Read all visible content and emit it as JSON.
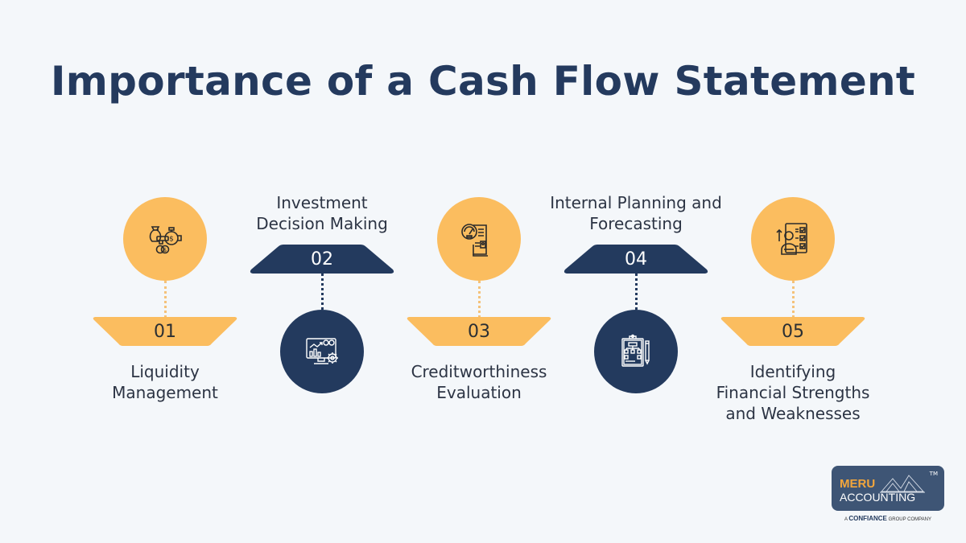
{
  "title": "Importance of a Cash Flow Statement",
  "colors": {
    "background": "#f4f7fa",
    "title": "#243a5e",
    "yellow": "#fbbd5f",
    "navy": "#233a5e",
    "text": "#2c3444"
  },
  "steps": [
    {
      "number": "01",
      "label_line1": "Liquidity",
      "label_line2": "Management",
      "label_line3": "",
      "icon": "money-tap-icon",
      "style": "yellow"
    },
    {
      "number": "02",
      "label_line1": "Investment",
      "label_line2": "Decision Making",
      "label_line3": "",
      "icon": "monitor-analytics-icon",
      "style": "navy"
    },
    {
      "number": "03",
      "label_line1": "Creditworthiness",
      "label_line2": "Evaluation",
      "label_line3": "",
      "icon": "credit-score-document-icon",
      "style": "yellow"
    },
    {
      "number": "04",
      "label_line1": "Internal Planning and",
      "label_line2": "Forecasting",
      "label_line3": "",
      "icon": "clipboard-plan-icon",
      "style": "navy"
    },
    {
      "number": "05",
      "label_line1": "Identifying",
      "label_line2": "Financial Strengths",
      "label_line3": "and Weaknesses",
      "icon": "person-checklist-icon",
      "style": "yellow"
    }
  ],
  "logo": {
    "line1": "MERU",
    "line2": "ACCOUNTING",
    "trademark": "TM",
    "tagline_prefix": "A",
    "tagline_brand": "CONFIANCE",
    "tagline_suffix": "GROUP COMPANY"
  }
}
